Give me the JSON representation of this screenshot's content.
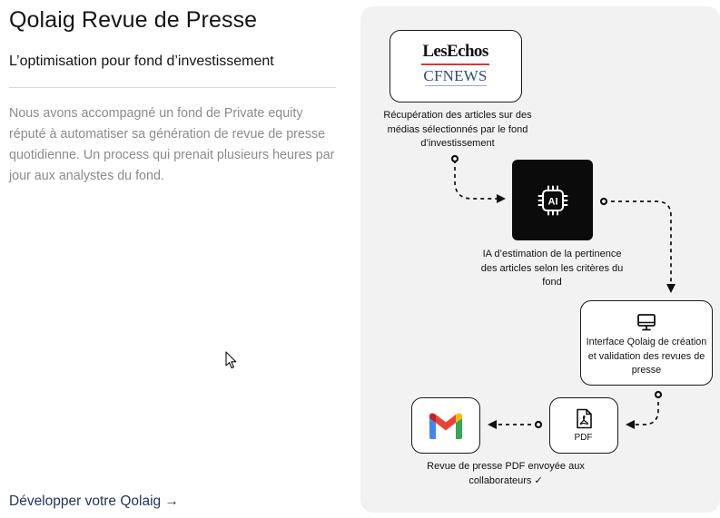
{
  "page": {
    "title": "Qolaig Revue de Presse",
    "subtitle": "L’optimisation pour fond d’investissement",
    "description": "Nous avons accompagné un fond de Private equity réputé à automatiser sa génération de revue de presse quotidienne. Un process qui prenait plusieurs heures par jour aux analystes du fond.",
    "cta": "Développer votre Qolaig →"
  },
  "diagram": {
    "sources": {
      "logo_1": "LesEchos",
      "logo_2": "CFNEWS",
      "label": "Récupération des articles sur des médias sélectionnés par le fond d’investissement"
    },
    "ai": {
      "badge": "AI",
      "label": "IA d’estimation de la pertinence des articles selon les critères du fond"
    },
    "interface": {
      "icon": "monitor-icon",
      "label": "Interface Qolaig de création et validation des revues de presse"
    },
    "pdf": {
      "icon": "pdf-file-icon",
      "text": "PDF"
    },
    "gmail": {
      "icon": "gmail-icon"
    },
    "final": {
      "label": "Revue de presse PDF envoyée aux collaborateurs ✓"
    }
  },
  "colors": {
    "panel_bg": "#f2f2f2",
    "ai_box": "#0b0b0b",
    "link": "#1e3559",
    "muted_text": "#8c8c8c",
    "gmail_red": "#ea4335",
    "gmail_blue": "#4285f4",
    "gmail_green": "#34a853",
    "gmail_yellow": "#fbbc04",
    "gmail_dark_red": "#c5221f"
  }
}
